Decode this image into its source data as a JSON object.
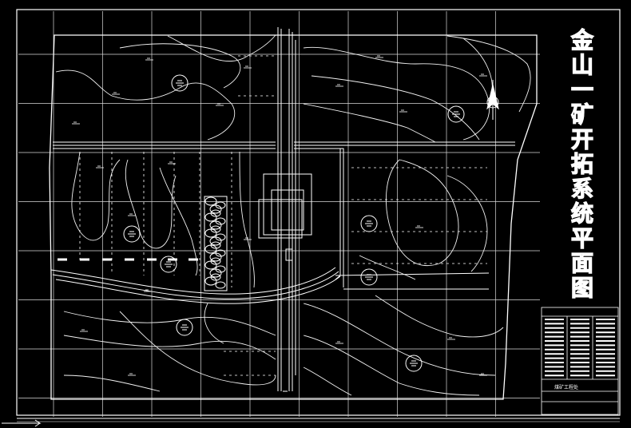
{
  "drawing": {
    "title_chars": [
      "金",
      "山",
      "一",
      "矿",
      "开",
      "拓",
      "系",
      "统",
      "平",
      "面",
      "图"
    ],
    "title_block": {
      "label": "煤矿工程处"
    }
  },
  "colors": {
    "background": "#000000",
    "linework": "#ffffff",
    "grid": "#d8d8d8"
  },
  "icons": [
    "north-arrow-icon",
    "survey-marker-icon",
    "rock-pile-symbol"
  ]
}
